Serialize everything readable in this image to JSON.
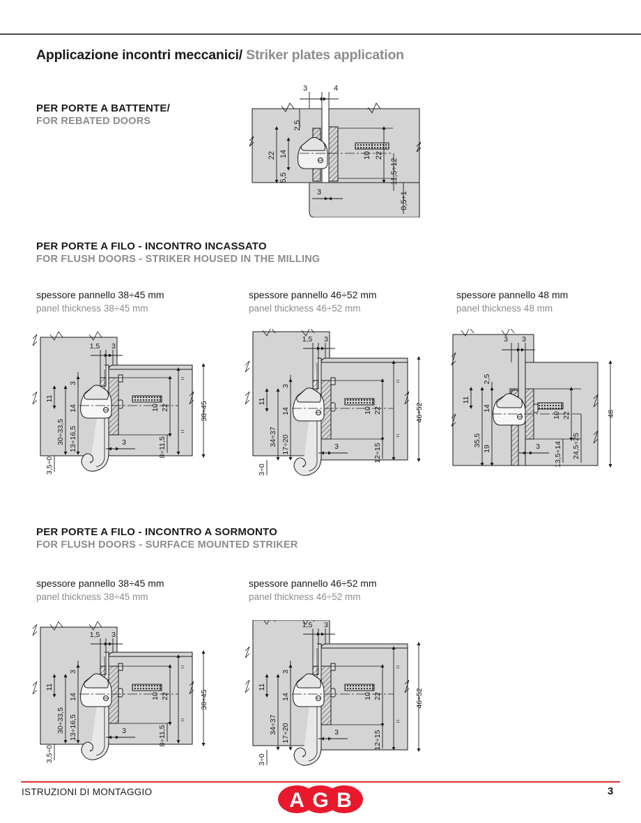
{
  "title": {
    "italian": "Applicazione incontri meccanici/",
    "english": "Striker plates application"
  },
  "sections": [
    {
      "id": "rebated",
      "heading_it": "PER PORTE A BATTENTE/",
      "heading_en": "FOR REBATED DOORS"
    },
    {
      "id": "flush-housed",
      "heading_it": "PER PORTE A FILO - INCONTRO INCASSATO",
      "heading_en": "FOR FLUSH DOORS - STRIKER HOUSED IN THE MILLING"
    },
    {
      "id": "flush-surface",
      "heading_it": "PER PORTE A FILO - INCONTRO A SORMONTO",
      "heading_en": "FOR FLUSH DOORS - SURFACE MOUNTED STRIKER"
    }
  ],
  "captions": {
    "c1_it": "spessore pannello 38÷45 mm",
    "c1_en": "panel thickness 38÷45 mm",
    "c2_it": "spessore pannello 46÷52 mm",
    "c2_en": "panel thickness 46÷52 mm",
    "c3_it": "spessore pannello 48 mm",
    "c3_en": "panel thickness 48 mm",
    "c4_it": "spessore pannello 38÷45 mm",
    "c4_en": "panel thickness 38÷45 mm",
    "c5_it": "spessore pannello 46÷52 mm",
    "c5_en": "panel thickness 46÷52 mm"
  },
  "diagrams": {
    "rebated": {
      "d_top_left": "3",
      "d_top_right": "4",
      "d_25": "2,5",
      "d_22_left": "22",
      "d_14": "14",
      "d_55": "5,5",
      "d_10": "10",
      "d_22_right": "22",
      "d_115_12": "11,5÷12",
      "d_05_1": "0,5÷1",
      "d_bottom_3": "3"
    },
    "flush1": {
      "d_15": "1,5",
      "d_3_top": "3",
      "d_11": "11",
      "d_3_inner": "3",
      "d_30_335": "30÷33,5",
      "d_14": "14",
      "d_13_165": "13÷16,5",
      "d_35_0": "3,5÷0",
      "d_3_bottom": "3",
      "d_10": "10",
      "d_22": "22",
      "d_8_115": "8÷11,5",
      "d_total": "38÷45"
    },
    "flush2": {
      "d_15": "1,5",
      "d_3_top": "3",
      "d_11": "11",
      "d_3_inner": "3",
      "d_34_37": "34÷37",
      "d_14": "14",
      "d_17_20": "17÷20",
      "d_3_0": "3÷0",
      "d_3_bottom": "3",
      "d_10": "10",
      "d_22": "22",
      "d_12_15": "12÷15",
      "d_total": "46÷52"
    },
    "flush3": {
      "d_3_a": "3",
      "d_3_b": "3",
      "d_25": "2,5",
      "d_11": "11",
      "d_14": "14",
      "d_355": "35,5",
      "d_19": "19",
      "d_3_bottom": "3",
      "d_10": "10",
      "d_22": "22",
      "d_135_14": "13,5÷14",
      "d_245_25": "24,5÷25",
      "d_total": "48"
    },
    "surface1": {
      "d_15": "1,5",
      "d_3_top": "3",
      "d_11": "11",
      "d_3_inner": "3",
      "d_30_335": "30÷33,5",
      "d_14": "14",
      "d_13_165": "13÷16,5",
      "d_35_0": "3,5÷0",
      "d_3_bottom": "3",
      "d_10": "10",
      "d_22": "22",
      "d_8_115": "8÷11,5",
      "d_total": "38÷45"
    },
    "surface2": {
      "d_15": "1,5",
      "d_3_top": "3",
      "d_11": "11",
      "d_3_inner": "3",
      "d_34_37": "34÷37",
      "d_14": "14",
      "d_17_20": "17÷20",
      "d_3_0": "3÷0",
      "d_3_bottom": "3",
      "d_10": "10",
      "d_22": "22",
      "d_12_15": "12÷15",
      "d_total": "46÷52"
    }
  },
  "footer": {
    "left_text": "ISTRUZIONI DI MONTAGGIO",
    "page_number": "3",
    "logo_letters": [
      "A",
      "G",
      "B"
    ],
    "logo_color": "#e8192c",
    "rule_color": "#e03030"
  },
  "colors": {
    "panel_fill": "#d4d4d4",
    "line": "#1a1a1a",
    "heading_en": "#8c8c8c"
  }
}
